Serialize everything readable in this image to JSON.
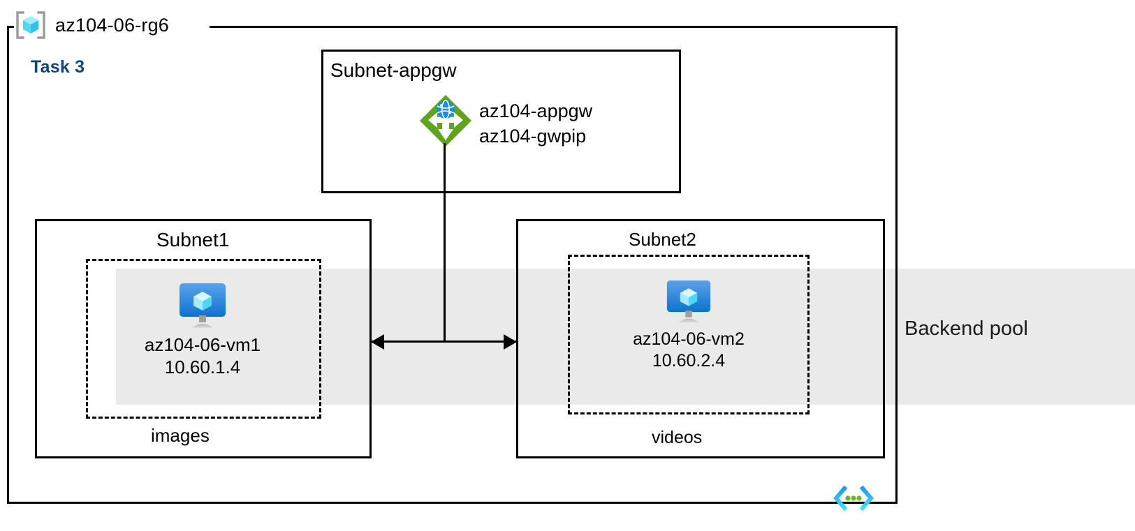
{
  "diagram": {
    "resource_group": {
      "name": "az104-06-rg6",
      "icon": "resource-group-cube-icon"
    },
    "task_label": "Task 3",
    "backend_pool": {
      "label": "Backend pool",
      "band_color": "#eaeaea"
    },
    "subnets": [
      {
        "id": "subnet-appgw",
        "title": "Subnet-appgw",
        "resources": [
          {
            "icon": "application-gateway-icon",
            "lines": [
              "az104-appgw",
              "az104-gwpip"
            ]
          }
        ]
      },
      {
        "id": "subnet1",
        "title": "Subnet1",
        "group_label": "images",
        "vm": {
          "icon": "virtual-machine-icon",
          "name": "az104-06-vm1",
          "ip": "10.60.1.4"
        }
      },
      {
        "id": "subnet2",
        "title": "Subnet2",
        "group_label": "videos",
        "vm": {
          "icon": "virtual-machine-icon",
          "name": "az104-06-vm2",
          "ip": "10.60.2.4"
        }
      }
    ],
    "footer_icon": "code-brackets-icon",
    "colors": {
      "task_accent": "#12447c",
      "appgw_green": "#5fa41e",
      "appgw_globe_blue": "#1a8fe0",
      "vm_blue": "#0f7ad4",
      "rg_icon_cyan": "#6fe2f5",
      "bracket_gray": "#9a9a9a",
      "band_gray": "#eaeaea",
      "stroke": "#000000",
      "code_icon_cyan": "#27c3f3",
      "code_icon_green": "#6cb52d"
    }
  }
}
